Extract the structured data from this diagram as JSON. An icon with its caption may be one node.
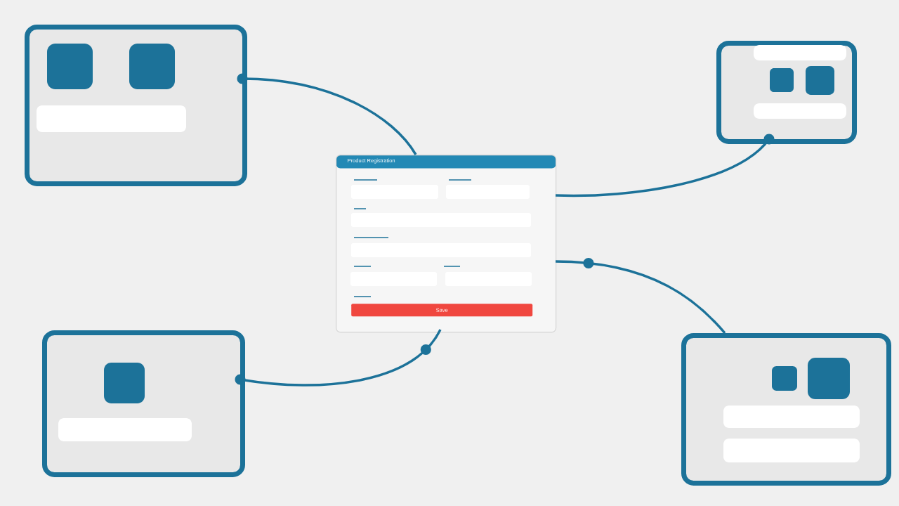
{
  "diagram": {
    "nodes": [
      {
        "text": [],
        "shape": "box"
      },
      {
        "text": [],
        "shape": "box"
      },
      {
        "text": [
          "Product Registration"
        ]
      },
      {
        "text": [
          "Save"
        ],
        "in": 2
      },
      {
        "text": [],
        "shape": "box"
      },
      {
        "text": [],
        "shape": "box"
      }
    ],
    "edges": [
      {
        "from": 0,
        "to": 2,
        "arrow": "other"
      },
      {
        "from": 1,
        "to": 2,
        "arrow": "other"
      },
      {
        "from": 2,
        "to": 5,
        "arrow": "none"
      },
      {
        "from": 4,
        "to": 2,
        "arrow": "other"
      }
    ]
  }
}
